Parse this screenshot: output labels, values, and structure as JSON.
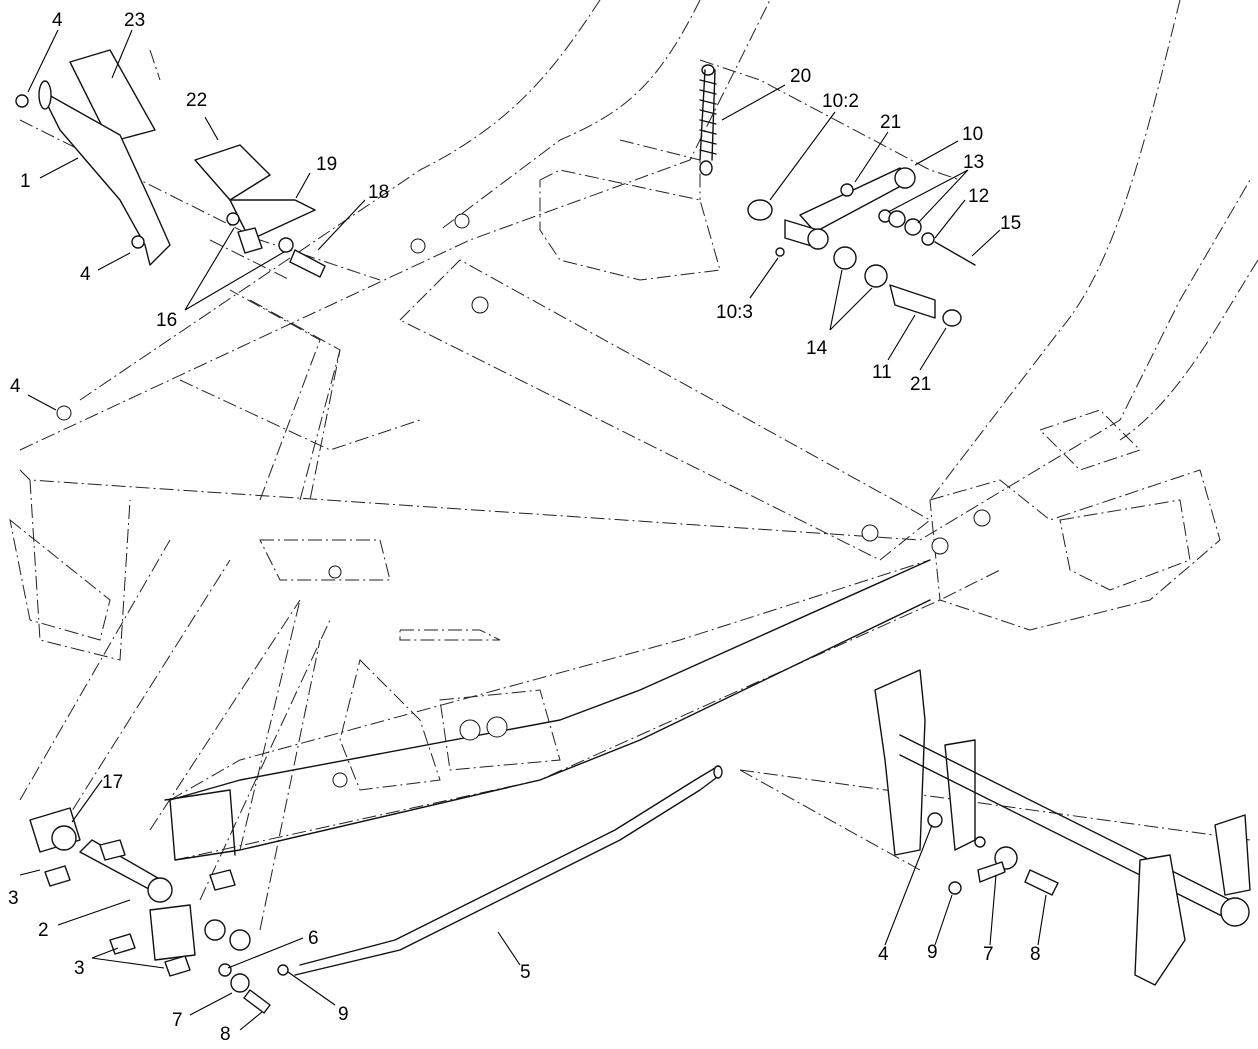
{
  "callouts": [
    {
      "label": "4"
    },
    {
      "label": "23"
    },
    {
      "label": "22"
    },
    {
      "label": "1"
    },
    {
      "label": "19"
    },
    {
      "label": "18"
    },
    {
      "label": "4"
    },
    {
      "label": "16"
    },
    {
      "label": "20"
    },
    {
      "label": "10:2"
    },
    {
      "label": "21"
    },
    {
      "label": "10"
    },
    {
      "label": "13"
    },
    {
      "label": "12"
    },
    {
      "label": "15"
    },
    {
      "label": "10:3"
    },
    {
      "label": "14"
    },
    {
      "label": "11"
    },
    {
      "label": "21"
    },
    {
      "label": "4"
    },
    {
      "label": "17"
    },
    {
      "label": "3"
    },
    {
      "label": "2"
    },
    {
      "label": "3"
    },
    {
      "label": "6"
    },
    {
      "label": "5"
    },
    {
      "label": "7"
    },
    {
      "label": "9"
    },
    {
      "label": "8"
    },
    {
      "label": "4"
    },
    {
      "label": "9"
    },
    {
      "label": "7"
    },
    {
      "label": "8"
    }
  ]
}
